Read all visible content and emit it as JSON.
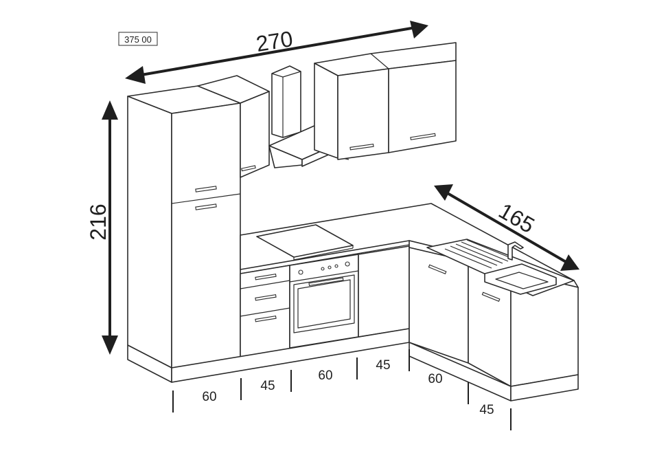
{
  "product_code": "375 00",
  "dimensions": {
    "width_total": "270",
    "height_total": "216",
    "depth_side": "165"
  },
  "module_widths": {
    "front": [
      "60",
      "45",
      "60",
      "45"
    ],
    "side": [
      "60",
      "45"
    ]
  }
}
